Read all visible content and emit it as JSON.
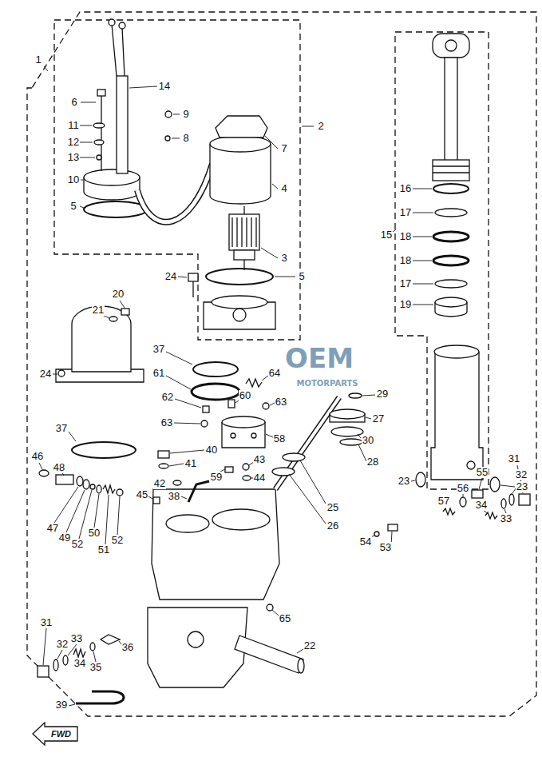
{
  "diagram": {
    "nodes": [
      {
        "text": [
          "FWD"
        ]
      }
    ],
    "labels": [
      "1",
      "14",
      "6",
      "9",
      "11",
      "2",
      "8",
      "12",
      "7",
      "13",
      "10",
      "16",
      "4",
      "5",
      "17",
      "15",
      "18",
      "3",
      "18",
      "24",
      "5",
      "17",
      "20",
      "19",
      "21",
      "37",
      "OEM",
      "24",
      "61",
      "64",
      "MOTORPARTS",
      "29",
      "60",
      "62",
      "63",
      "27",
      "63",
      "37",
      "58",
      "30",
      "40",
      "46",
      "31",
      "43",
      "28",
      "41",
      "48",
      "55",
      "32",
      "59",
      "44",
      "23",
      "42",
      "23",
      "56",
      "45",
      "38",
      "57",
      "34",
      "25",
      "33",
      "26",
      "47",
      "50",
      "49",
      "52",
      "54",
      "52",
      "53",
      "51",
      "65",
      "31",
      "33",
      "32",
      "22",
      "36",
      "34",
      "35",
      "39"
    ]
  }
}
